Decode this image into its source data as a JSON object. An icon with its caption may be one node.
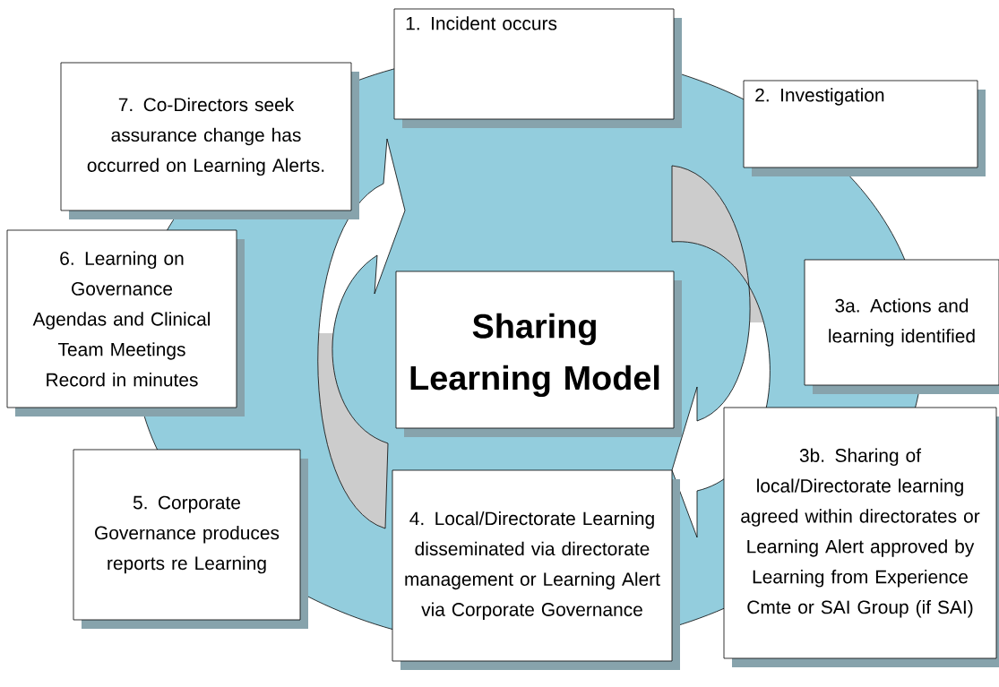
{
  "diagram": {
    "nodes": [
      {
        "text": [
          "1. Incident occurs"
        ]
      },
      {
        "text": [
          "7. Co-Directors seek assurance change has occurred on Learning Alerts."
        ]
      },
      {
        "text": [
          "2. Investigation"
        ]
      },
      {
        "text": [
          "6. Learning on Governance Agendas and Clinical Team Meetings Record in minutes"
        ]
      },
      {
        "text": [
          "Sharing Learning Model"
        ]
      },
      {
        "text": [
          "3a. Actions and learning identified"
        ]
      },
      {
        "text": [
          "3b. Sharing of local/Directorate learning agreed within directorates or Learning Alert approved by Learning from Experience Cmte or SAI Group (if SAI)"
        ]
      },
      {
        "text": [
          "5. Corporate Governance produces reports re Learning"
        ]
      },
      {
        "text": [
          "4. Local/Directorate Learning disseminated via directorate management or Learning Alert via Corporate Governance"
        ]
      }
    ]
  }
}
